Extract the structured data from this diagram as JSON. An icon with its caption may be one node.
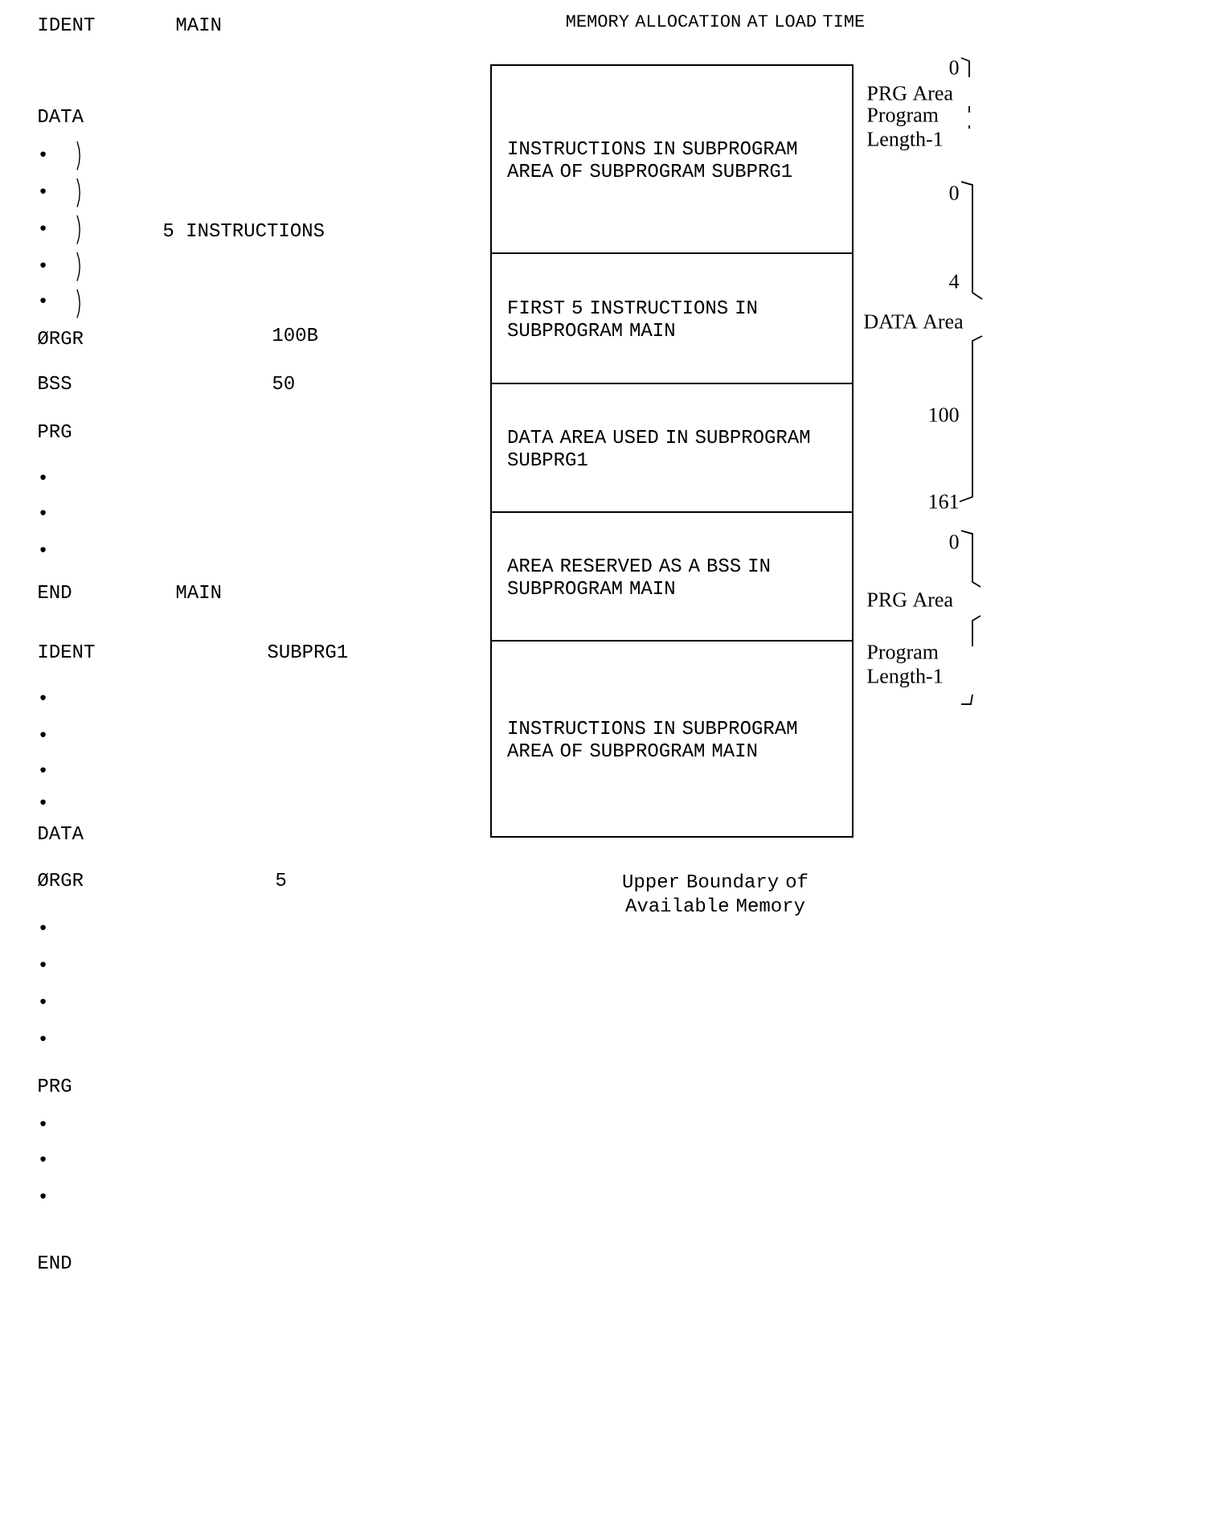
{
  "diagram": {
    "title": "MEMORY ALLOCATION AT LOAD TIME",
    "nodes": [
      {
        "text": [
          "INSTRUCTIONS IN SUBPROGRAM AREA OF SUBPROGRAM SUBPRG1"
        ]
      },
      {
        "text": [
          "FIRST 5 INSTRUCTIONS IN SUBPROGRAM MAIN"
        ]
      },
      {
        "text": [
          "DATA AREA USED IN SUBPROGRAM SUBPRG1"
        ]
      },
      {
        "text": [
          "AREA RESERVED AS A BSS IN SUBPROGRAM MAIN"
        ]
      },
      {
        "text": [
          "INSTRUCTIONS IN SUBPROGRAM AREA OF SUBPROGRAM MAIN"
        ]
      }
    ],
    "labels": [
      "IDENT",
      "MAIN",
      "DATA",
      "•",
      "•",
      "•",
      "5 INSTRUCTIONS",
      "•",
      "•",
      "ØRGR",
      "100B",
      "BSS",
      "50",
      "PRG",
      "•",
      "•",
      "•",
      "END",
      "MAIN",
      "IDENT",
      "SUBPRG1",
      "•",
      "•",
      "•",
      "•",
      "DATA",
      "ØRGR",
      "5",
      "•",
      "•",
      "•",
      "•",
      "PRG",
      "•",
      "•",
      "•",
      "END",
      "Upper Boundary of Available Memory",
      "0",
      "PRG Area",
      "Program Length-1",
      "0",
      "4",
      "DATA Area",
      "100",
      "161",
      "0",
      "PRG Area",
      "Program Length-1"
    ]
  }
}
